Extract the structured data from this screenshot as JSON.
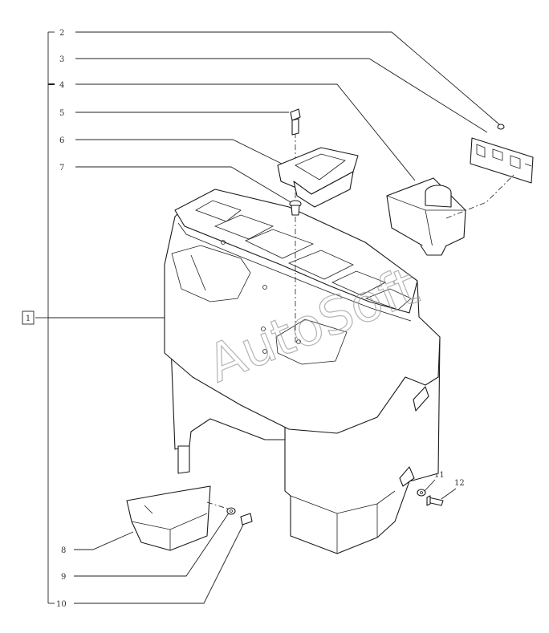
{
  "callouts": {
    "main": "1",
    "c2": "2",
    "c3": "3",
    "c4": "4",
    "c5": "5",
    "c6": "6",
    "c7": "7",
    "c8": "8",
    "c9": "9",
    "c10": "10",
    "c11": "11",
    "c12": "12"
  },
  "watermark": "AutoSoft",
  "colors": {
    "line": "#1a1a1a",
    "watermark": "#9a9a9a"
  }
}
